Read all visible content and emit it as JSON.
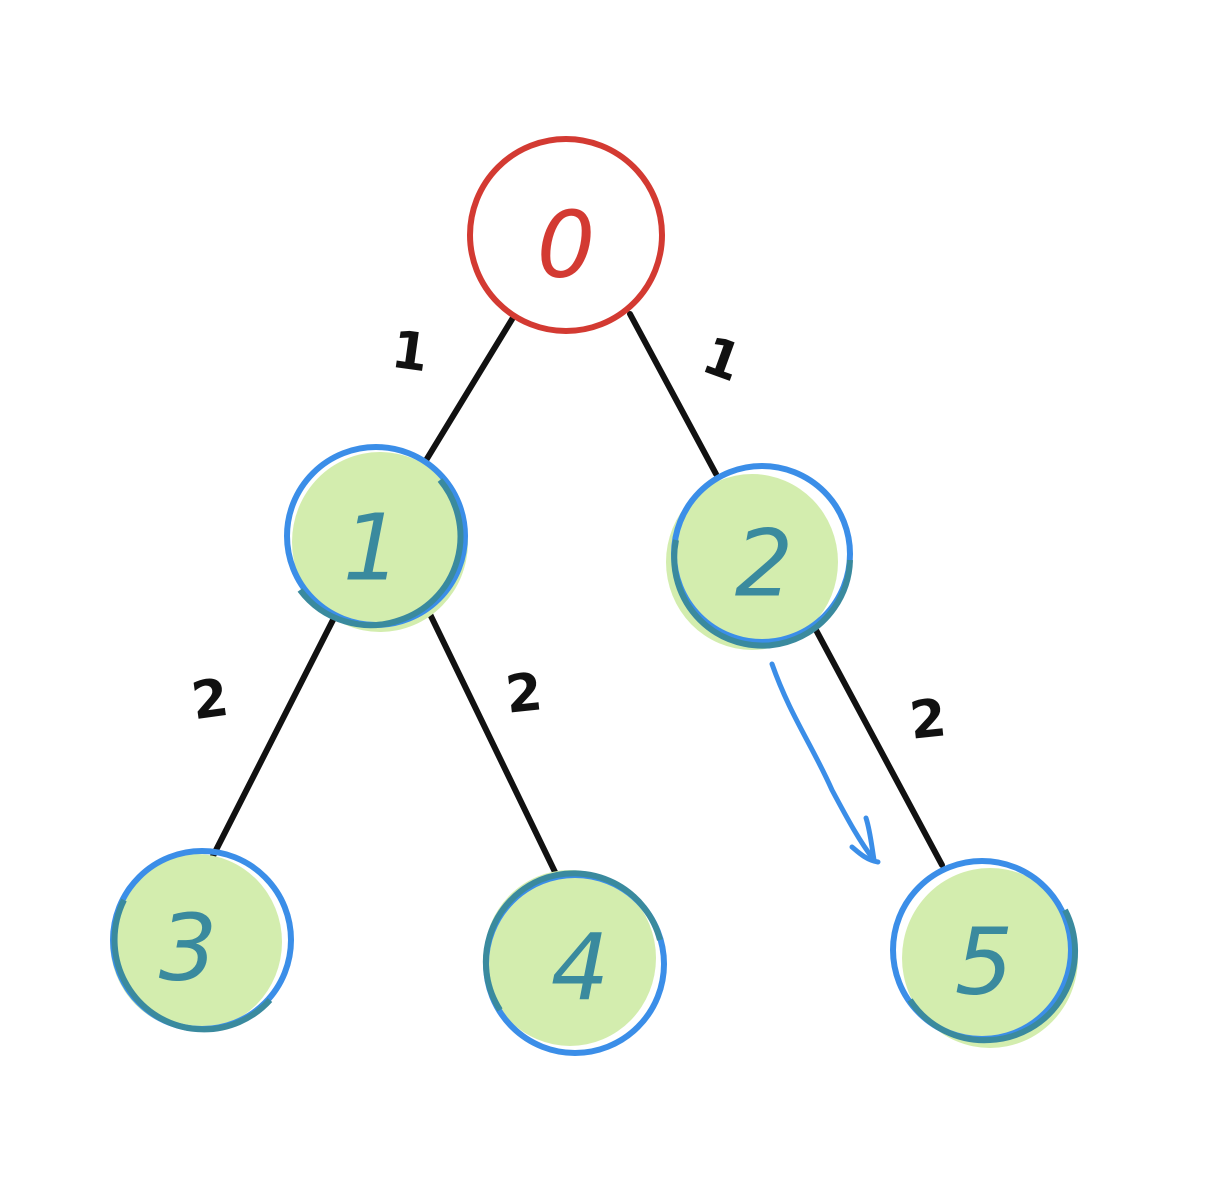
{
  "colors": {
    "root_stroke": "#d33a32",
    "root_text": "#d33a32",
    "node_fill": "#d3edae",
    "node_stroke_outer": "#3b8ee8",
    "node_stroke_inner": "#3a8a9e",
    "node_text": "#3a8a9e",
    "edge": "#111111",
    "arrow": "#3b8ee8"
  },
  "tree": {
    "nodes": [
      {
        "id": "0",
        "label": "0",
        "role": "root"
      },
      {
        "id": "1",
        "label": "1",
        "role": "visited"
      },
      {
        "id": "2",
        "label": "2",
        "role": "visited"
      },
      {
        "id": "3",
        "label": "3",
        "role": "visited"
      },
      {
        "id": "4",
        "label": "4",
        "role": "visited"
      },
      {
        "id": "5",
        "label": "5",
        "role": "visited"
      }
    ],
    "edges": [
      {
        "from": "0",
        "to": "1",
        "label": "1"
      },
      {
        "from": "0",
        "to": "2",
        "label": "1"
      },
      {
        "from": "1",
        "to": "3",
        "label": "2"
      },
      {
        "from": "1",
        "to": "4",
        "label": "2"
      },
      {
        "from": "2",
        "to": "5",
        "label": "2"
      }
    ],
    "arrows": [
      {
        "from": "2",
        "to": "5",
        "icon": "down-arrow-icon"
      }
    ]
  }
}
